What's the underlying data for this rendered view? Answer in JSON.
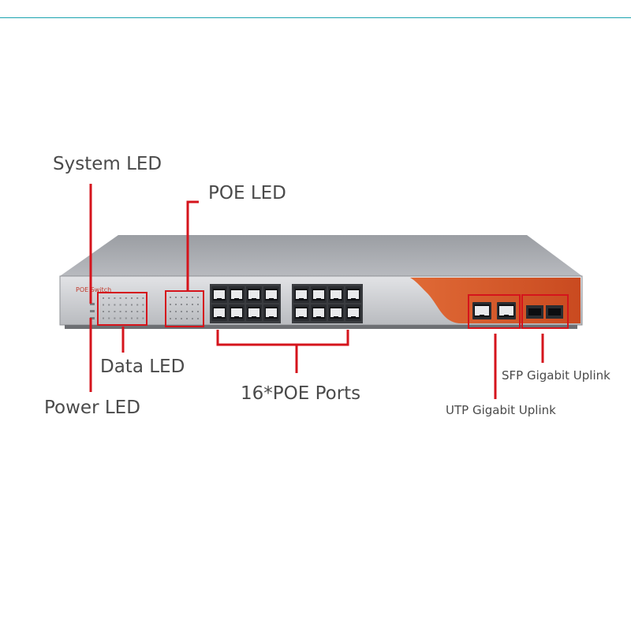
{
  "colors": {
    "accent_line": "#1aa3b0",
    "callout": "#d5141c",
    "chassis_top": "#a9abb0",
    "chassis_front": "#c9cbcf",
    "orange_panel": "#d9582a",
    "label_text": "#4a4a4a"
  },
  "device": {
    "front_text": "POE Switch"
  },
  "labels": {
    "system_led": "System LED",
    "poe_led": "POE LED",
    "data_led": "Data LED",
    "power_led": "Power LED",
    "poe_ports": "16*POE Ports",
    "sfp_uplink": "SFP Gigabit Uplink",
    "utp_uplink": "UTP Gigabit Uplink"
  },
  "ports": {
    "poe_port_count": 16,
    "utp_uplink_count": 2,
    "sfp_uplink_count": 2
  }
}
